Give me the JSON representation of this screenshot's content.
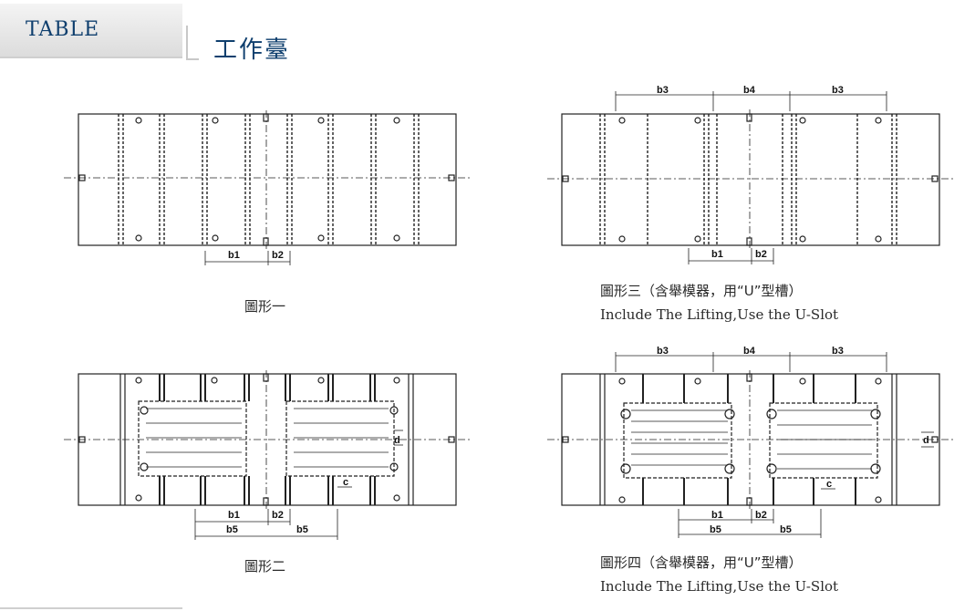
{
  "header": {
    "tab_label": "TABLE",
    "title": "工作臺"
  },
  "figures": [
    {
      "id": "fig1",
      "caption": "圖形一",
      "caption_en": "",
      "dimension_labels": [
        "b1",
        "b2"
      ]
    },
    {
      "id": "fig3",
      "caption": "圖形三（含舉模器，用“U”型槽）",
      "caption_en": "Include The Lifting,Use the U-Slot",
      "dimension_labels": [
        "b3",
        "b4",
        "b3",
        "b1",
        "b2"
      ]
    },
    {
      "id": "fig2",
      "caption": "圖形二",
      "caption_en": "",
      "dimension_labels": [
        "b1",
        "b2",
        "b5",
        "b5",
        "c",
        "d"
      ]
    },
    {
      "id": "fig4",
      "caption": "圖形四（含舉模器，用“U”型槽）",
      "caption_en": "Include The Lifting,Use the U-Slot",
      "dimension_labels": [
        "b3",
        "b4",
        "b3",
        "b1",
        "b2",
        "b5",
        "b5",
        "c",
        "d"
      ]
    }
  ],
  "colors": {
    "accent": "#0f3f6e",
    "line": "#222222"
  }
}
